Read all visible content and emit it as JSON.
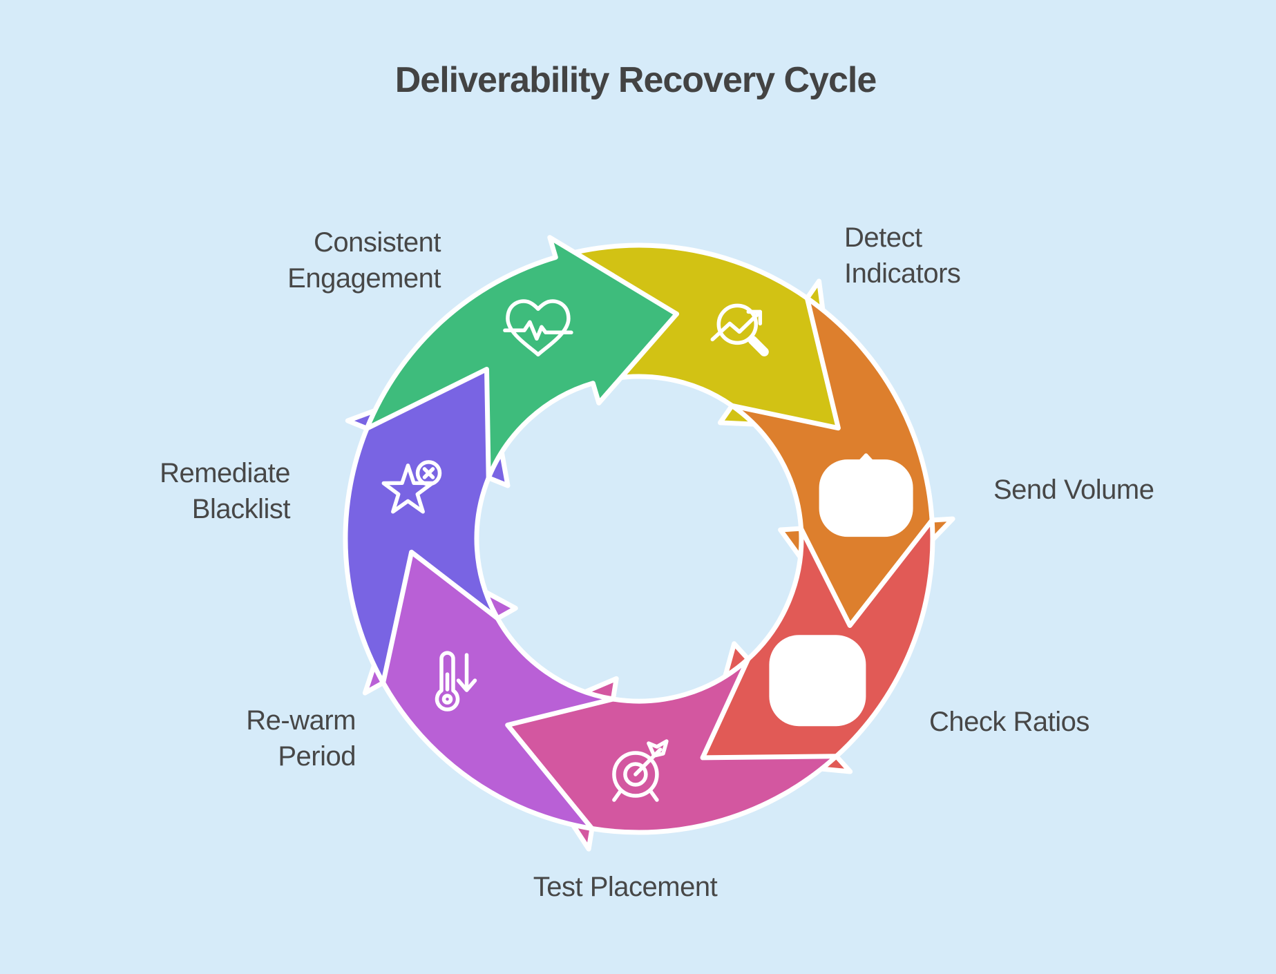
{
  "title": "Deliverability Recovery Cycle",
  "background_color": "#d6ebf9",
  "text_color": "#474747",
  "title_color": "#434343",
  "outline_color": "#ffffff",
  "steps": [
    {
      "label": "Detect Indicators",
      "lines": [
        "Detect",
        "Indicators"
      ],
      "color": "#d2c214",
      "icon": "magnifier-trend-icon"
    },
    {
      "label": "Send Volume",
      "lines": [
        "Send Volume"
      ],
      "color": "#dd7f2d",
      "icon": "envelope-up-icon"
    },
    {
      "label": "Check Ratios",
      "lines": [
        "Check Ratios"
      ],
      "color": "#e15a56",
      "icon": "table-check-icon"
    },
    {
      "label": "Test Placement",
      "lines": [
        "Test Placement"
      ],
      "color": "#d357a0",
      "icon": "target-dart-icon"
    },
    {
      "label": "Re-warm Period",
      "lines": [
        "Re-warm",
        "Period"
      ],
      "color": "#b960d6",
      "icon": "thermometer-down-icon"
    },
    {
      "label": "Remediate Blacklist",
      "lines": [
        "Remediate",
        "Blacklist"
      ],
      "color": "#7964e3",
      "icon": "star-x-icon"
    },
    {
      "label": "Consistent Engagement",
      "lines": [
        "Consistent",
        "Engagement"
      ],
      "color": "#3ebc7c",
      "icon": "heart-pulse-icon"
    }
  ]
}
